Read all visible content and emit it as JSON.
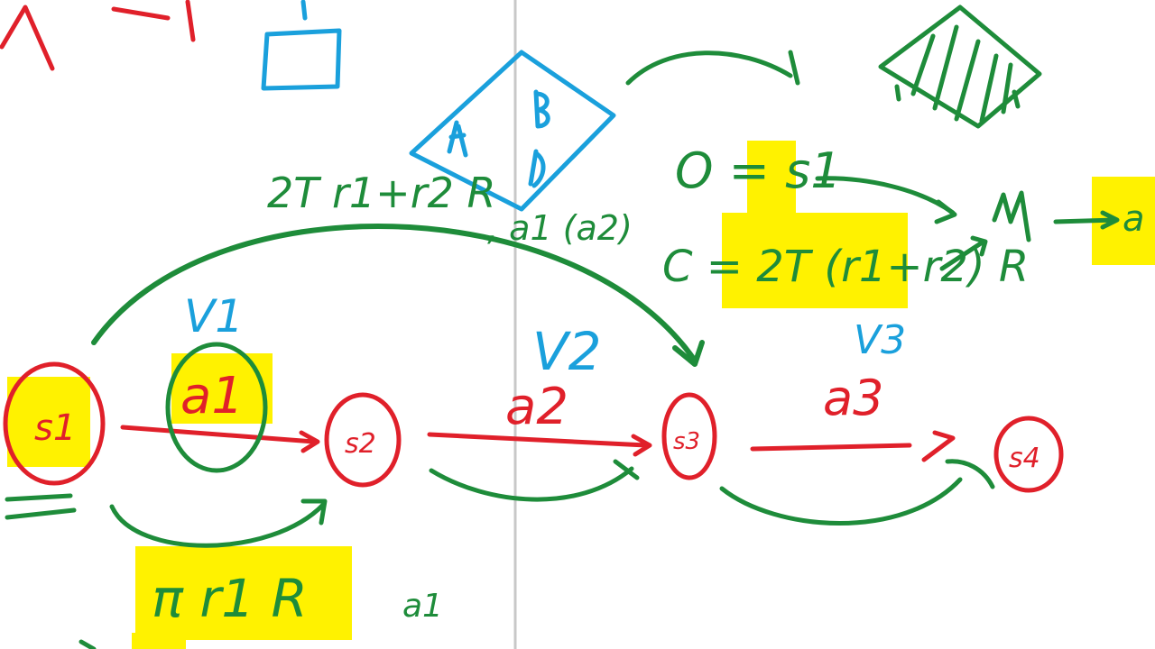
{
  "colors": {
    "red": "#e0202a",
    "green": "#1e8c3a",
    "blue": "#1aa0dc",
    "highlight": "#fff200",
    "divider": "#c8c8c8"
  },
  "chain": {
    "states": [
      "s1",
      "s2",
      "s3",
      "s4"
    ],
    "actions": [
      "a1",
      "a2",
      "a3"
    ],
    "values": [
      "V1",
      "V2",
      "V3"
    ]
  },
  "annotations": {
    "long_arc_formula": "2T r1+r2 R",
    "actions_note": ", a1 (a2)",
    "obs_eq": "O = s1",
    "ctx_eq": "C = 2T (r1+r2) R",
    "policy_label": "π r1 R",
    "bottom_action": "a1",
    "output_action": "a"
  }
}
